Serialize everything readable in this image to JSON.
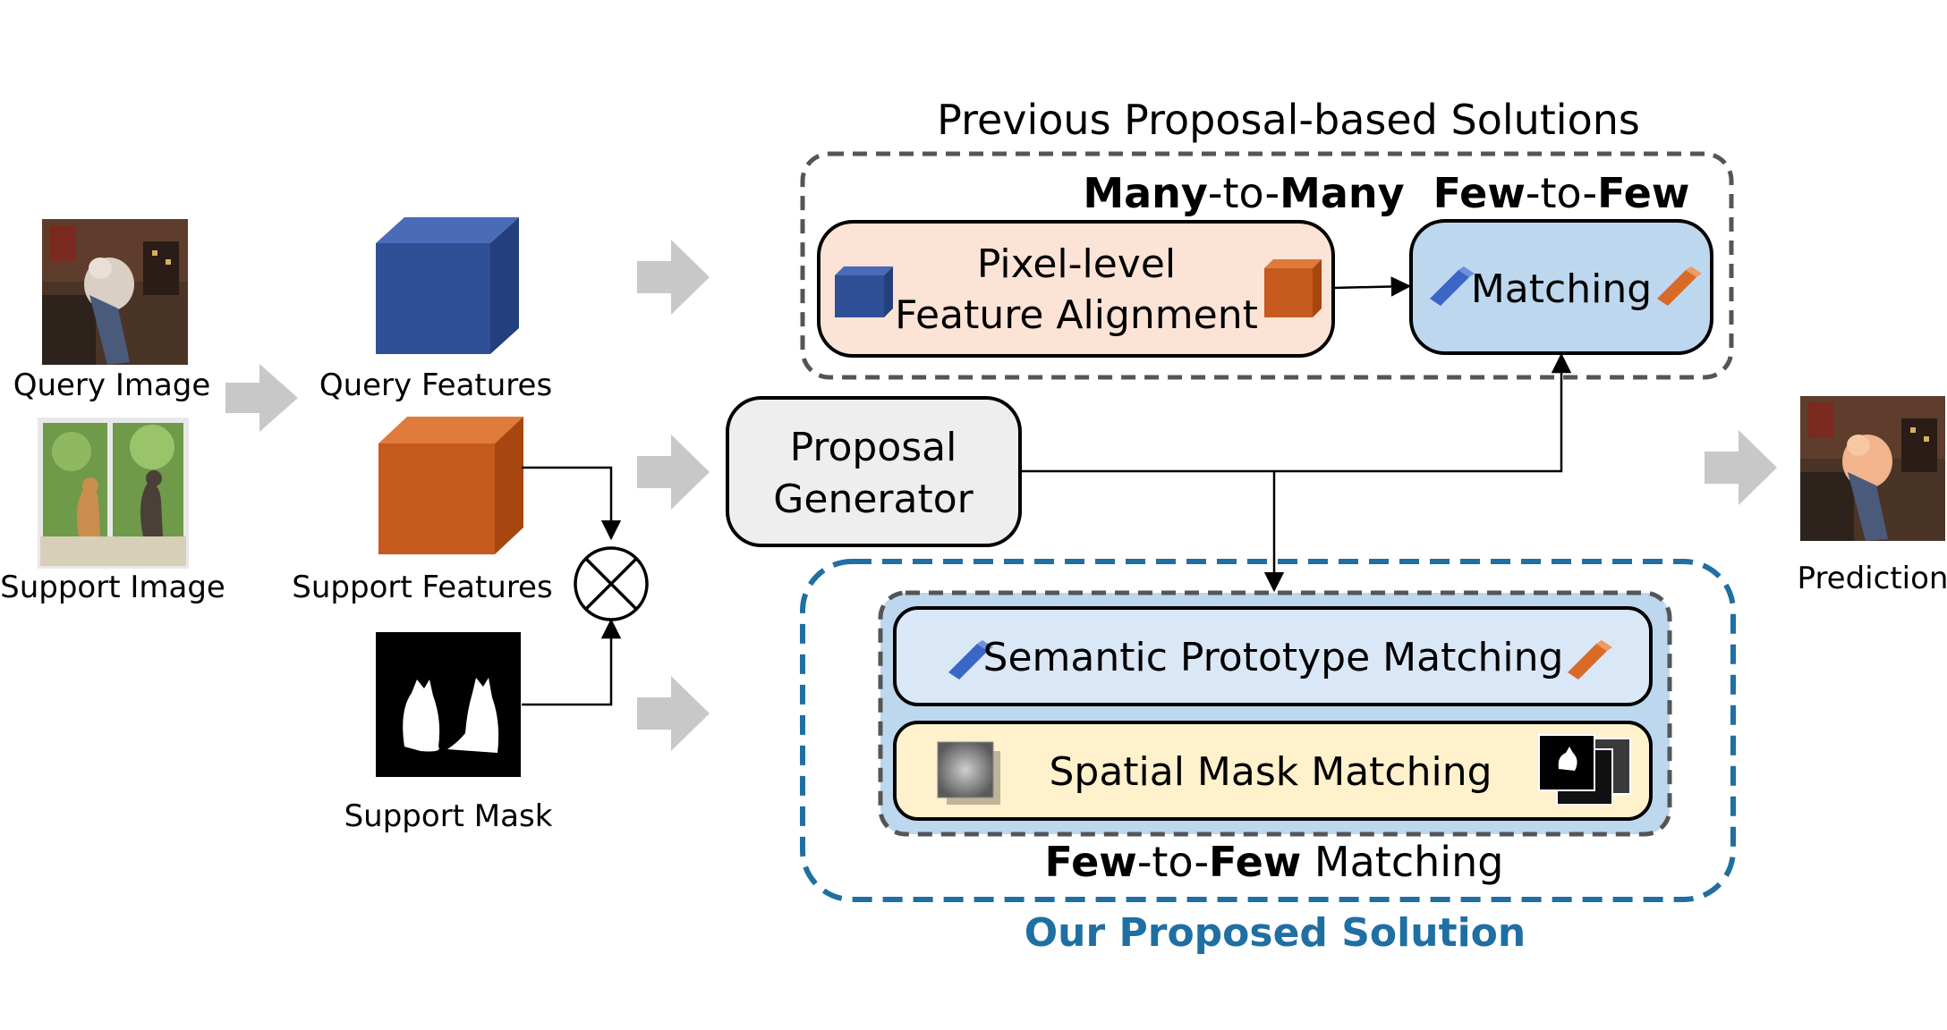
{
  "inputs": {
    "query_image_label": "Query Image",
    "support_image_label": "Support Image"
  },
  "features": {
    "query_features_label": "Query Features",
    "support_features_label": "Support Features",
    "support_mask_label": "Support Mask"
  },
  "proposal_generator": {
    "line1": "Proposal",
    "line2": "Generator"
  },
  "previous": {
    "title": "Previous Proposal-based Solutions",
    "many_to_many": {
      "bold1": "Many",
      "mid": "-to-",
      "bold2": "Many"
    },
    "few_to_few": {
      "bold1": "Few",
      "mid": "-to-",
      "bold2": "Few"
    },
    "alignment_line1": "Pixel-level",
    "alignment_line2": "Feature Alignment",
    "matching_label": "Matching"
  },
  "ours": {
    "semantic_label": "Semantic Prototype Matching",
    "spatial_label": "Spatial Mask Matching",
    "caption": {
      "bold1": "Few",
      "mid": "-to-",
      "bold2": "Few",
      "tail": " Matching"
    },
    "title": "Our Proposed Solution"
  },
  "output": {
    "prediction_label": "Prediction"
  },
  "colors": {
    "query_blue": "#2f4f97",
    "support_orange": "#c65a1e",
    "our_solution_blue": "#1f6fa3",
    "alignment_fill": "#fbe3d6",
    "matching_fill": "#bdd7ee",
    "semantic_fill": "#dae7f6",
    "spatial_fill": "#fff1cc",
    "arrow_gray": "#c8c8c8"
  }
}
